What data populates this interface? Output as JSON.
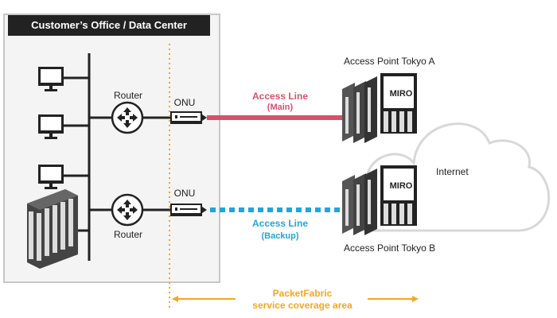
{
  "office": {
    "title": "Customer’s Office / Data Center"
  },
  "router_top": {
    "label": "Router"
  },
  "router_bottom": {
    "label": "Router"
  },
  "onu_top": {
    "label": "ONU"
  },
  "onu_bottom": {
    "label": "ONU"
  },
  "line_main": {
    "label": "Access Line",
    "sub": "(Main)"
  },
  "line_backup": {
    "label": "Access Line",
    "sub": "(Backup)"
  },
  "access_point_a": {
    "label": "Access Point Tokyo A",
    "logo": "MIRO"
  },
  "access_point_b": {
    "label": "Access Point Tokyo B",
    "logo": "MIRO"
  },
  "internet": {
    "label": "Internet"
  },
  "coverage": {
    "line1": "PacketFabric",
    "line2": "service coverage area"
  },
  "colors": {
    "main_line": "#d9506b",
    "backup_line": "#1fa6dc",
    "coverage": "#f5a623",
    "dark": "#222222"
  }
}
